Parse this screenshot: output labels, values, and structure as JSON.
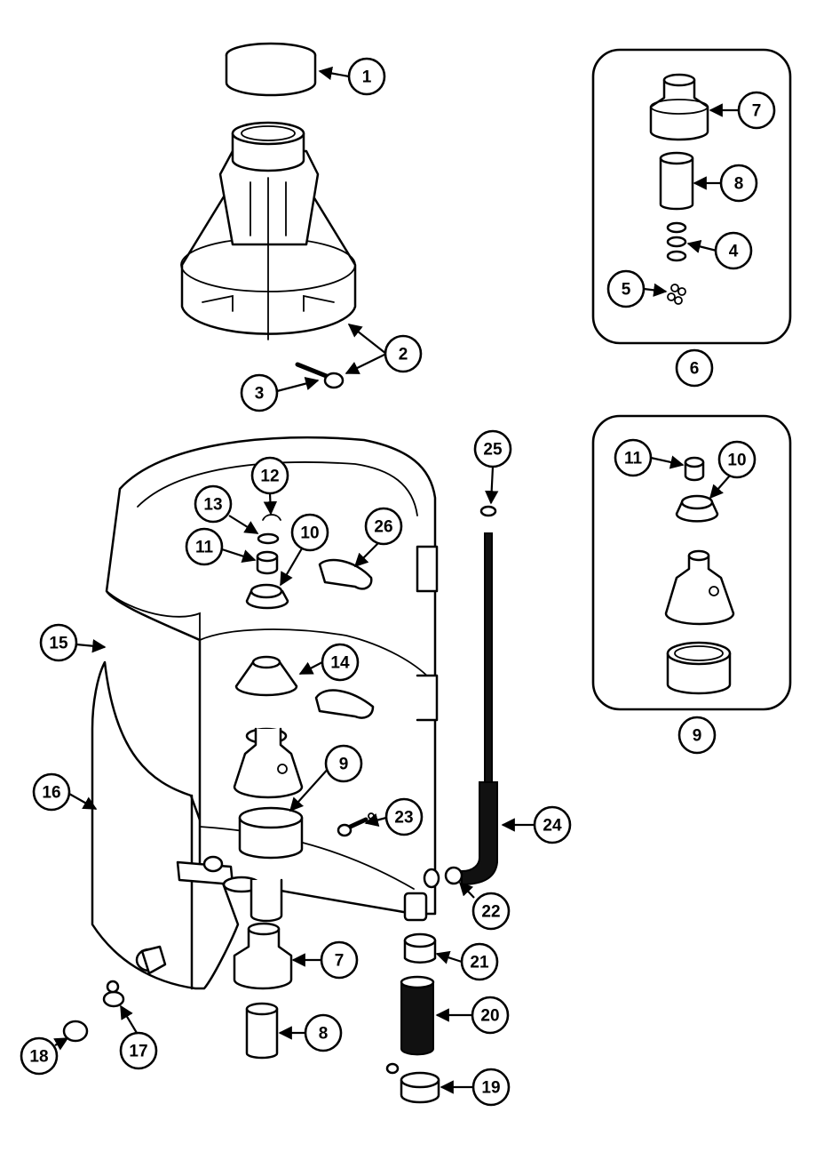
{
  "diagram": {
    "callouts": [
      "1",
      "2",
      "3",
      "4",
      "5",
      "6",
      "7",
      "8",
      "9",
      "10",
      "11",
      "12",
      "13",
      "14",
      "15",
      "16",
      "17",
      "18",
      "19",
      "20",
      "21",
      "22",
      "23",
      "24",
      "25",
      "26"
    ],
    "callout_labels": {
      "c1": "1",
      "c2": "2",
      "c3": "3",
      "c7k": "7",
      "c8k": "8",
      "c4": "4",
      "c5": "5",
      "c6": "6",
      "c11k": "11",
      "c10k": "10",
      "c9k": "9",
      "c25": "25",
      "c12": "12",
      "c13": "13",
      "c11": "11",
      "c10": "10",
      "c26": "26",
      "c15": "15",
      "c14": "14",
      "c16": "16",
      "c9": "9",
      "c23": "23",
      "c24": "24",
      "c22": "22",
      "c7": "7",
      "c21": "21",
      "c20": "20",
      "c8": "8",
      "c17": "17",
      "c18": "18",
      "c19": "19"
    }
  }
}
